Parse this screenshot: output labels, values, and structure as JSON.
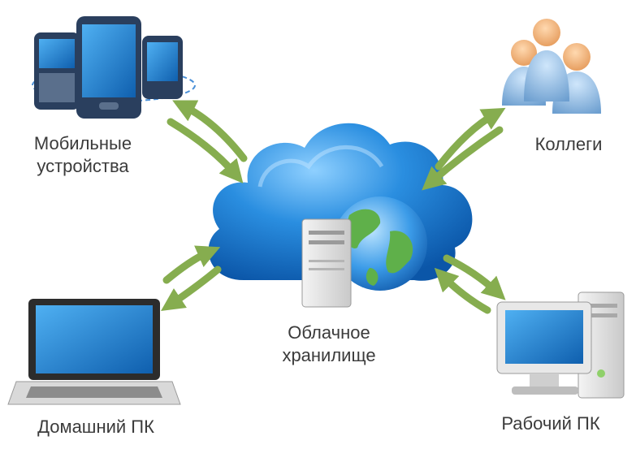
{
  "nodes": {
    "mobile": {
      "line1": "Мобильные",
      "line2": "устройства"
    },
    "colleagues": {
      "label": "Коллеги"
    },
    "cloud": {
      "line1": "Облачное",
      "line2": "хранилище"
    },
    "home_pc": {
      "label": "Домашний ПК"
    },
    "work_pc": {
      "label": "Рабочий ПК"
    }
  },
  "colors": {
    "cloud": "#1b7fd4",
    "arrow": "#86ad4f",
    "screen": "#1d6fc0",
    "text": "#3b3b3b"
  }
}
